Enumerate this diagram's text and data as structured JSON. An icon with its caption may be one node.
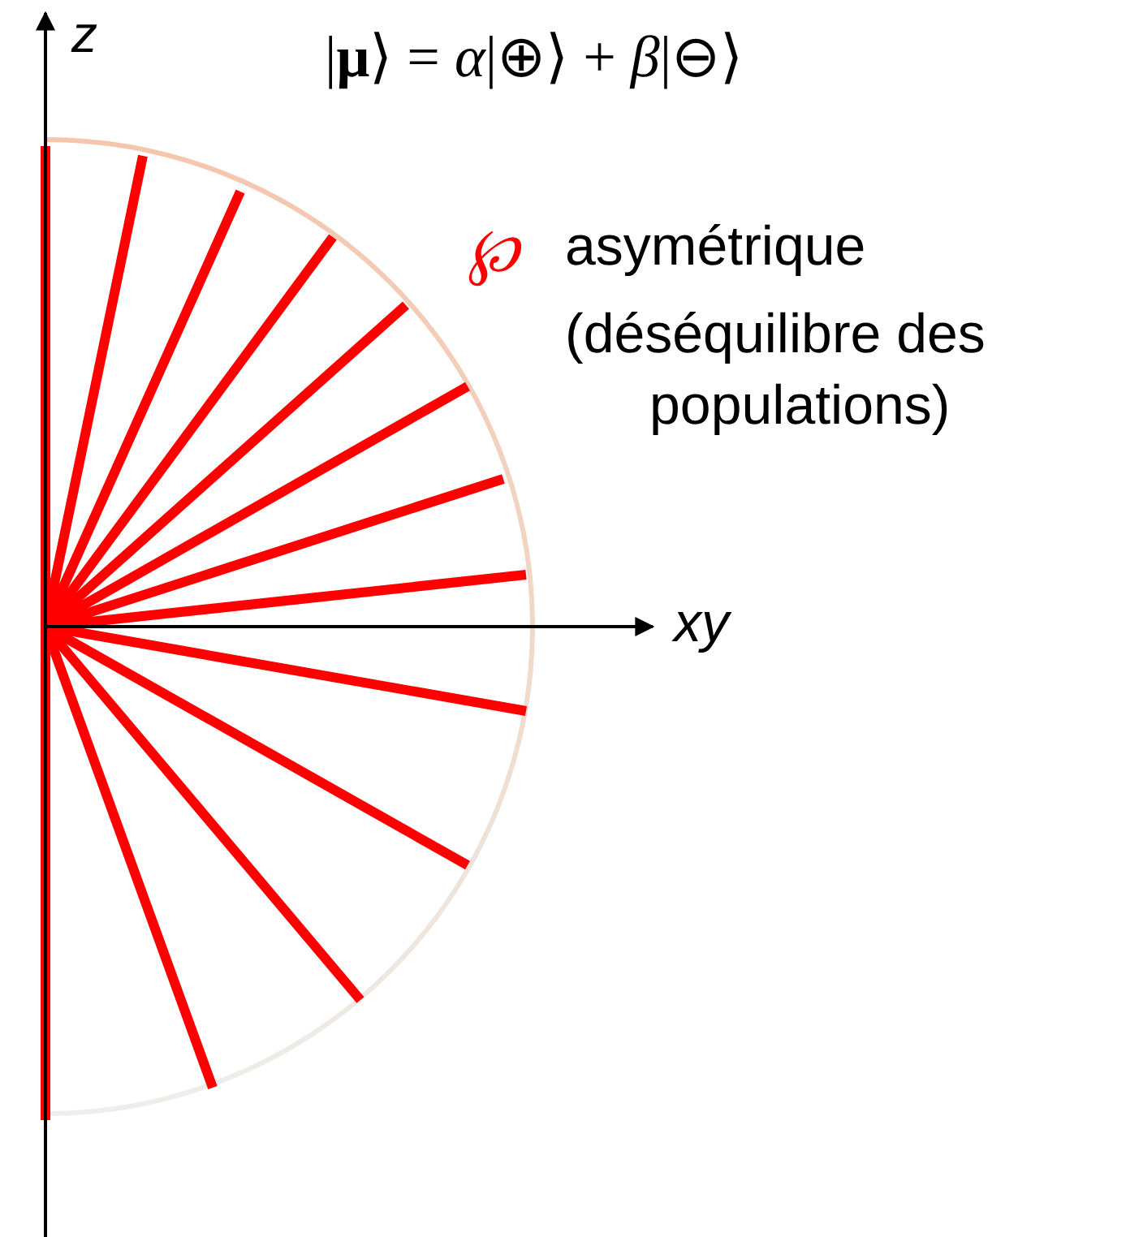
{
  "diagram": {
    "labels": [
      "z",
      "|**μ**⟩ = *α*|⊕⟩ + *β*|⊖⟩",
      "℘",
      "asymétrique",
      "(déséquilibre des populations)",
      "xy"
    ]
  }
}
